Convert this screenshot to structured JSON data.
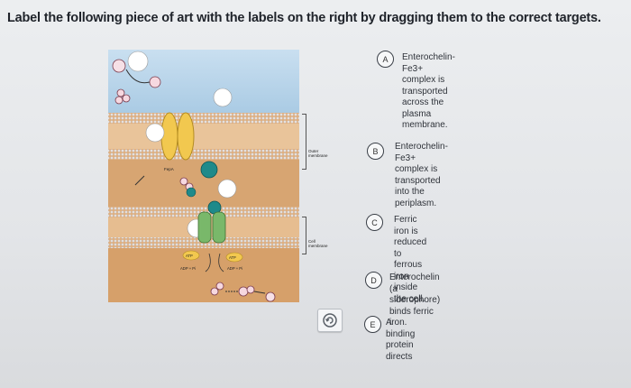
{
  "instruction": "Label the following piece of art with the labels on the right by dragging them to the correct targets.",
  "figure": {
    "outer_membrane_label": "Outer membrane",
    "cell_membrane_label": "Cell membrane",
    "fepa_left": "FepA",
    "atp_1": "ATP",
    "atp_2": "ATP",
    "adp_1": "ADP + Pi",
    "adp_2": "ADP + Pi"
  },
  "labels": [
    {
      "letter": "A",
      "text": "Enterochelin-\nFe3+ complex is\ntransported\nacross the\nplasma\nmembrane."
    },
    {
      "letter": "B",
      "text": "Enterochelin-\nFe3+ complex is\ntransported\ninto the\nperiplasm."
    },
    {
      "letter": "C",
      "text": "Ferric iron is\nreduced to\nferrous iron\ninside the cell."
    },
    {
      "letter": "D",
      "text": "Enterochelin (a\nsiderophore)\nbinds ferric iron."
    },
    {
      "letter": "E",
      "text": "A binding\nprotein directs"
    }
  ],
  "colors": {
    "membrane_head": "#e0a470",
    "periplasm": "#d8a773",
    "cytoplasm": "#d9a46f",
    "extracellular": "#b9d6ea",
    "transporter": "#f0c54a",
    "binding_protein": "#1f8a8a"
  },
  "icons": {
    "reset": "reset-icon"
  }
}
